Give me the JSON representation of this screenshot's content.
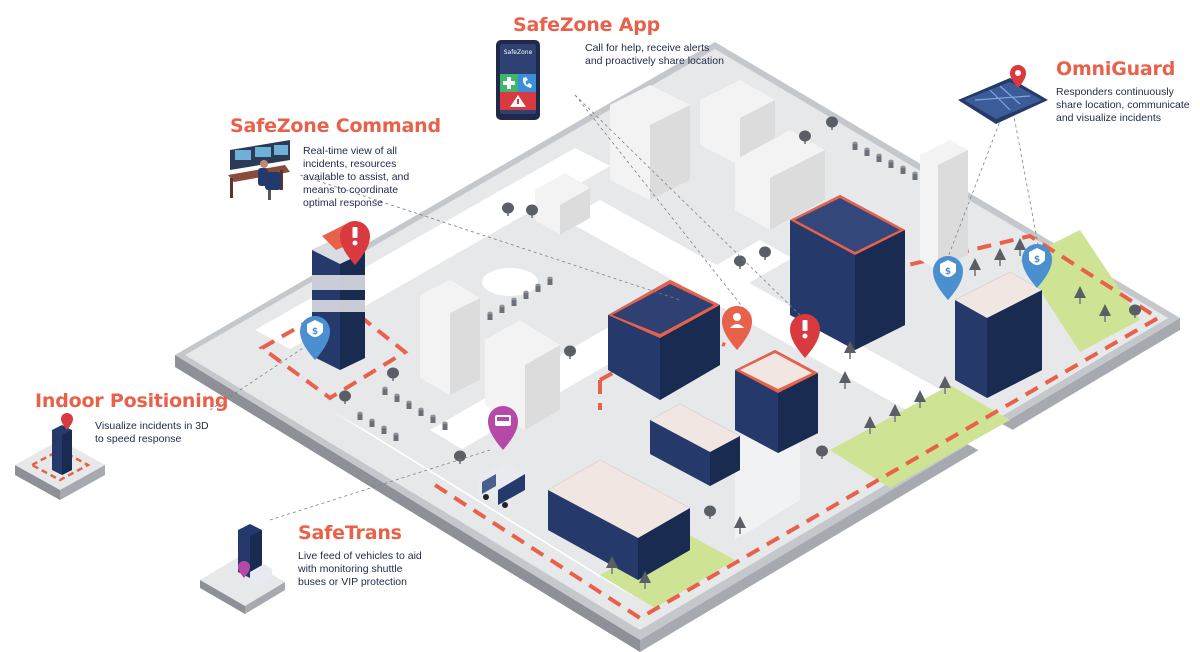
{
  "callouts": {
    "safezone_app": {
      "title": "SafeZone App",
      "text": "Call for help, receive alerts and proactively share location"
    },
    "command": {
      "title": "SafeZone Command",
      "text": "Real-time view of all incidents, resources available to assist, and means to coordinate optimal response"
    },
    "omniguard": {
      "title": "OmniGuard",
      "text": "Responders continuously share location, communicate and visualize incidents"
    },
    "indoor": {
      "title": "Indoor Positioning",
      "text": "Visualize incidents in 3D to speed response"
    },
    "safetrans": {
      "title": "SafeTrans",
      "text": "Live feed of vehicles to aid with monitoring shuttle buses or VIP protection"
    }
  },
  "phone_brand": "SafeZone",
  "colors": {
    "accent": "#e8614a",
    "navy": "#253a6b",
    "alert_red": "#d83a3f",
    "shield_blue": "#4a8fd0",
    "lawn": "#cfe394",
    "bus_pin": "#b54aa6"
  },
  "icons": [
    "alert-pin-icon",
    "guard-shield-pin-icon",
    "person-pin-icon",
    "bus-pin-icon",
    "phone-icon",
    "plus-icon",
    "warning-icon"
  ]
}
